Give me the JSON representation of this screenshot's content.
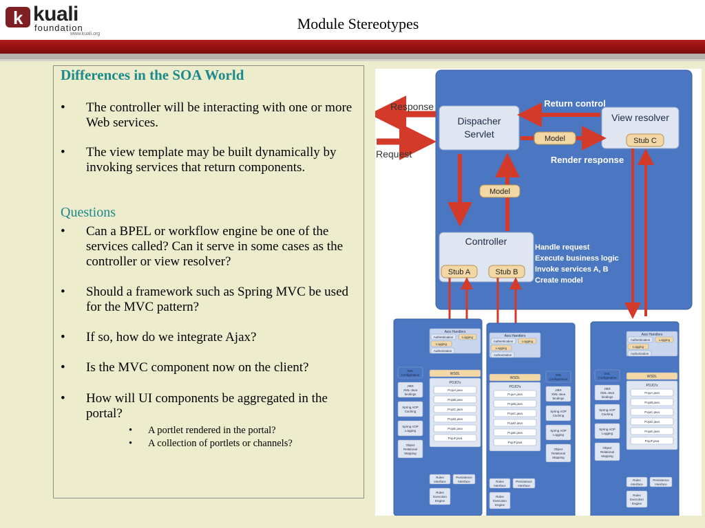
{
  "header": {
    "title": "Module Stereotypes",
    "logo": {
      "name": "kuali",
      "sub": "foundation",
      "url": "www.kuali.org",
      "mark": "k"
    }
  },
  "content": {
    "heading1": "Differences in the SOA World",
    "bullets1": [
      "The controller will be interacting with one or more Web services.",
      "The view template may be built dynamically by invoking services that return components."
    ],
    "heading2": "Questions",
    "bullets2": [
      "Can a BPEL or workflow engine be one of the services called?  Can it serve in some cases as the controller or view resolver?",
      "Should a framework such as Spring MVC be used for the MVC pattern?",
      "If so, how do we integrate Ajax?",
      "Is the MVC component now on the client?",
      "How will UI components be aggregated in the portal?"
    ],
    "sub_bullets": [
      "A portlet rendered in the portal?",
      "A collection of portlets or channels?"
    ]
  },
  "diagram": {
    "response": "Response",
    "request": "Request",
    "dispatcher": [
      "Dispacher",
      "Servlet"
    ],
    "view_resolver": "View resolver",
    "return_control": "Return control",
    "render_response": "Render response",
    "model": "Model",
    "stub_c": "Stub C",
    "controller": "Controller",
    "stub_a": "Stub A",
    "stub_b": "Stub B",
    "notes": [
      "Handle request",
      "Execute business logic",
      "Invoke services A, B",
      "Create model"
    ],
    "service": {
      "axis_handlers": "Axis Handlers",
      "handlers": [
        "Authentication",
        "Logging",
        "Logging",
        "Authorization"
      ],
      "wsdl": "WSDL",
      "pojos": "POJO's",
      "pojo_files": [
        "PojoA.java",
        "PojoB.java",
        "PojoC.java",
        "PojoD.java",
        "PojoE.java",
        "PojoF.java"
      ],
      "config": [
        "XML Configuration",
        "JIBX XML-Java bindings",
        "Spring AOP Caching",
        "Spring AOP Logging",
        "Object Relational Mapping"
      ],
      "rules_interface": "Rules Interface",
      "persistence_interface": "Persistence Interface",
      "rules_engine": "Rules Execution Engine"
    },
    "colors": {
      "panel": "#4a76c2",
      "box": "#dfe6f2",
      "tag": "#f3d8a6",
      "arrow": "#d43a2a",
      "note": "#ffffff"
    }
  }
}
